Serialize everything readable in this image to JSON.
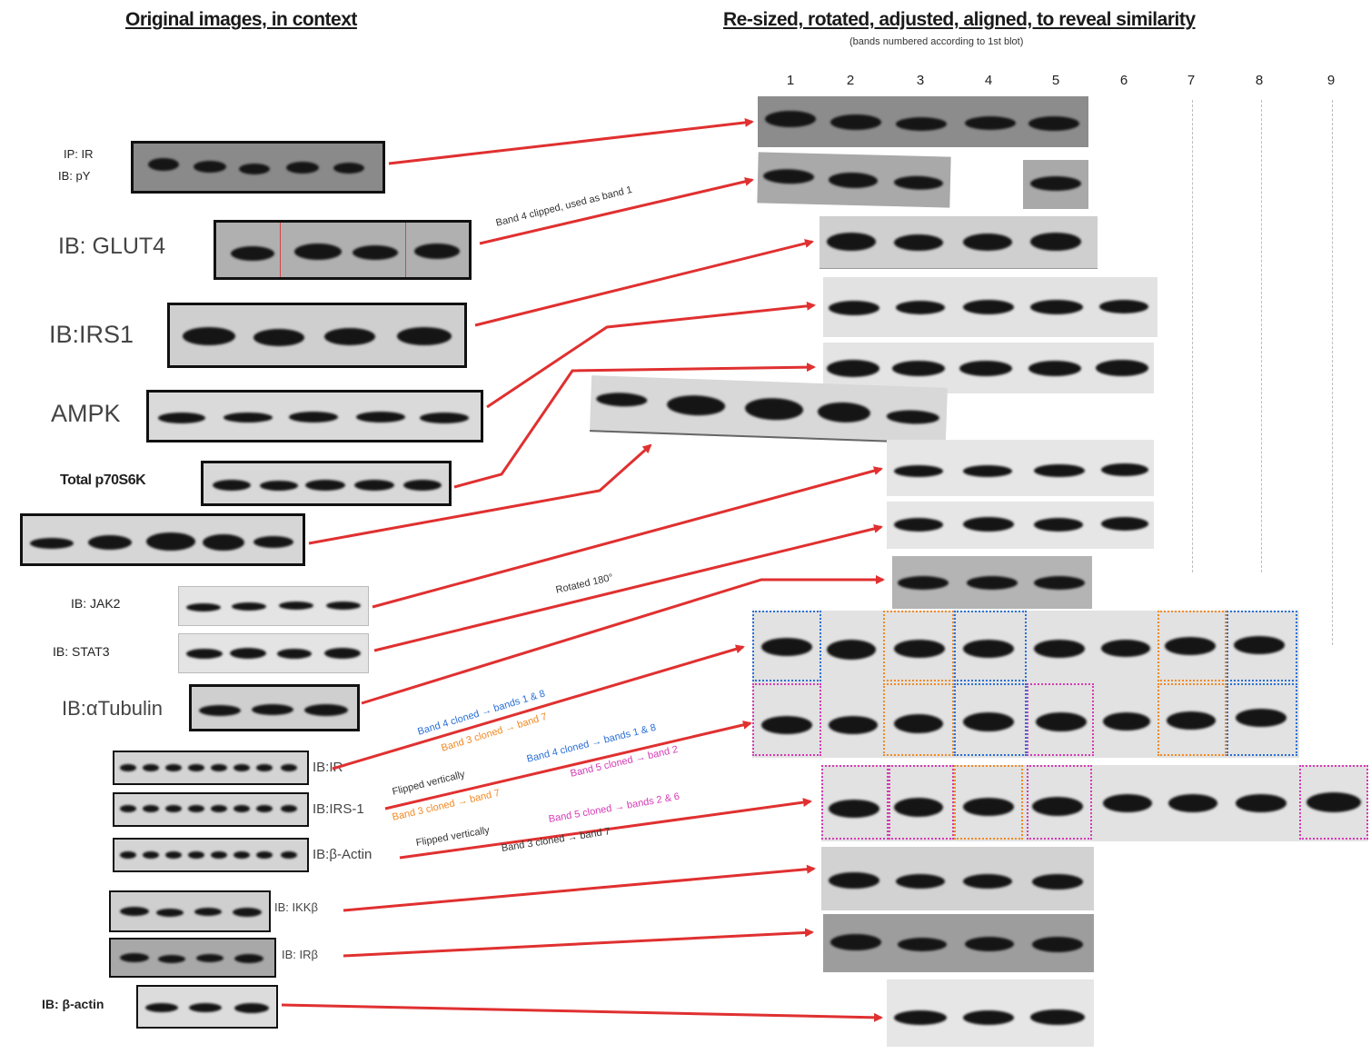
{
  "headings": {
    "left": "Original images, in context",
    "right": "Re-sized, rotated, adjusted, aligned, to reveal similarity",
    "subnote": "(bands numbered according to 1st blot)"
  },
  "lane_numbers": [
    "1",
    "2",
    "3",
    "4",
    "5",
    "6",
    "7",
    "8",
    "9"
  ],
  "left_labels": [
    {
      "id": "ip-ir",
      "text": "IP: IR"
    },
    {
      "id": "ib-py",
      "text": "IB: pY"
    },
    {
      "id": "glut4",
      "text": "IB: GLUT4"
    },
    {
      "id": "irs1",
      "text": "IB:IRS1"
    },
    {
      "id": "ampk",
      "text": "AMPK"
    },
    {
      "id": "p70s6k",
      "text": "Total p70S6K"
    },
    {
      "id": "jak2",
      "text": "IB: JAK2"
    },
    {
      "id": "stat3",
      "text": "IB: STAT3"
    },
    {
      "id": "tubulin",
      "text": "IB:αTubulin"
    },
    {
      "id": "ir",
      "text": "IB:IR"
    },
    {
      "id": "irs-1",
      "text": "IB:IRS-1"
    },
    {
      "id": "bactin",
      "text": "IB:β-Actin"
    },
    {
      "id": "ikkb",
      "text": "IB: IKKβ"
    },
    {
      "id": "irb",
      "text": "IB: IRβ"
    },
    {
      "id": "b-actin2",
      "text": "IB: β-actin"
    }
  ],
  "annotations": [
    {
      "id": "glut4-note",
      "text": "Band 4 clipped, used as band 1",
      "color": "#333333"
    },
    {
      "id": "rotated",
      "text": "Rotated 180°",
      "color": "#333333"
    },
    {
      "id": "ir-blue",
      "text": "Band 4 cloned → bands 1 & 8",
      "color": "#2a6fd6"
    },
    {
      "id": "ir-orange",
      "text": "Band 3 cloned → band 7",
      "color": "#f08a24"
    },
    {
      "id": "irs-flip",
      "text": "Flipped vertically",
      "color": "#333333"
    },
    {
      "id": "irs-blue",
      "text": "Band 4 cloned → bands 1 & 8",
      "color": "#2a6fd6"
    },
    {
      "id": "irs-orange",
      "text": "Band 3 cloned → band 7",
      "color": "#f08a24"
    },
    {
      "id": "irs-pink",
      "text": "Band 5 cloned → band 2",
      "color": "#d63ab5"
    },
    {
      "id": "actin-flip",
      "text": "Flipped vertically",
      "color": "#333333"
    },
    {
      "id": "actin-pink",
      "text": "Band 5 cloned → bands 2 & 6",
      "color": "#d63ab5"
    },
    {
      "id": "actin-band3",
      "text": "Band 3 cloned → band 7",
      "color": "#333333"
    }
  ],
  "colors": {
    "arrow": "#e03030",
    "clone_blue": "#2a6fd6",
    "clone_orange": "#f08a24",
    "clone_pink": "#d63ab5",
    "blot_frame": "#111111"
  }
}
